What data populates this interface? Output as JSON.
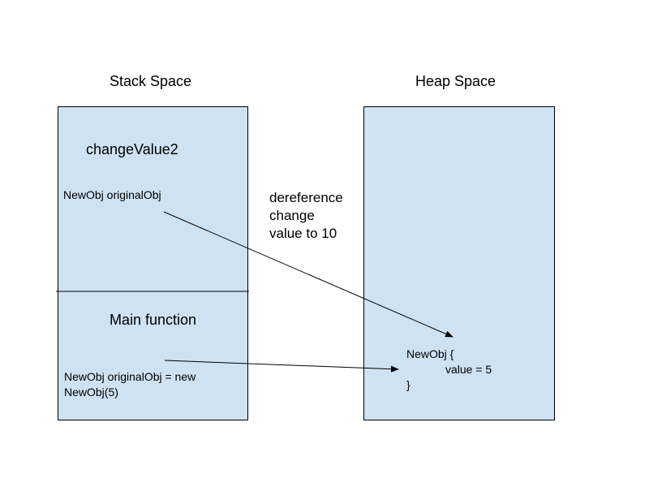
{
  "stack": {
    "title": "Stack Space",
    "frames": [
      {
        "title": "changeValue2",
        "variable": "NewObj  originalObj"
      },
      {
        "title": "Main function",
        "variable": "NewObj originalObj = new NewObj(5)"
      }
    ]
  },
  "heap": {
    "title": "Heap Space",
    "object": {
      "line1": "NewObj {",
      "line2": "value = 5",
      "line3": "}"
    }
  },
  "annotation": {
    "line1": "dereference",
    "line2": "change",
    "line3": "value to 10"
  },
  "colors": {
    "panel_fill": "#cfe2f3",
    "border": "#000000",
    "arrow": "#000000"
  }
}
